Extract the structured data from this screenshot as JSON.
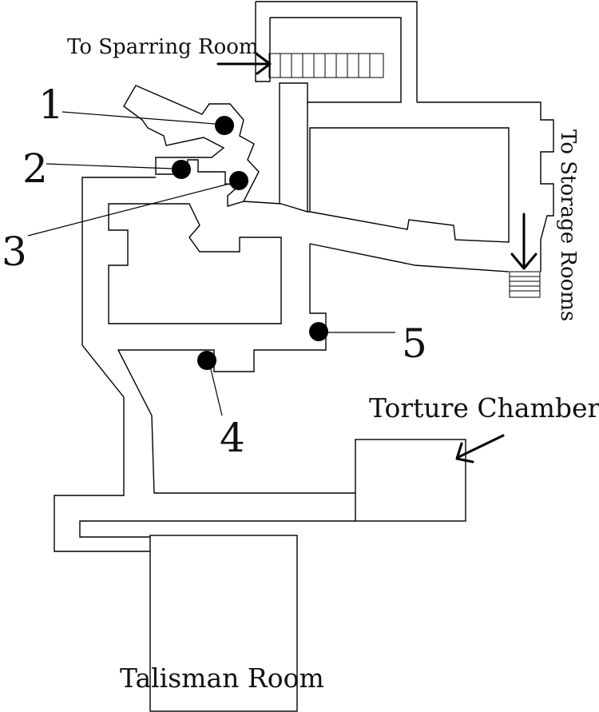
{
  "labels": {
    "sparring_room": "To Sparring Room",
    "storage_rooms": "To Storage Rooms",
    "torture_chamber": "Torture Chamber",
    "talisman_room": "Talisman Room"
  },
  "markers": [
    {
      "id": "1",
      "label": "1"
    },
    {
      "id": "2",
      "label": "2"
    },
    {
      "id": "3",
      "label": "3"
    },
    {
      "id": "4",
      "label": "4"
    },
    {
      "id": "5",
      "label": "5"
    }
  ]
}
